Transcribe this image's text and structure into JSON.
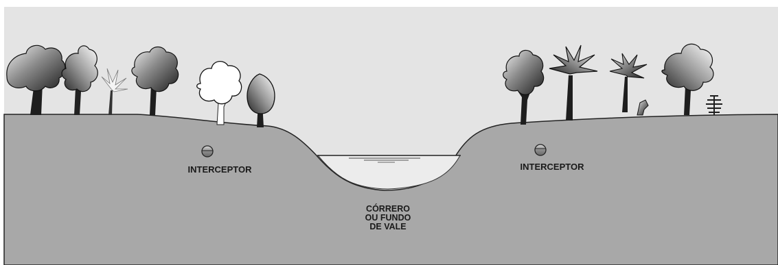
{
  "labels": {
    "interceptor_left": "INTERCEPTOR",
    "interceptor_right": "INTERCEPTOR",
    "stream": [
      "CÓRRERO",
      "OU FUNDO",
      "DE VALE"
    ]
  },
  "colors": {
    "sky": "#e4e4e4",
    "ground": "#a8a8a8",
    "stream_water": "#ececec",
    "tree_dark": "#2e2e2e",
    "tree_mid": "#7a7a7a",
    "text": "#1a1a1a"
  },
  "icons": [
    "tree-icon",
    "palm-icon",
    "shrub-icon",
    "pipe-icon"
  ]
}
